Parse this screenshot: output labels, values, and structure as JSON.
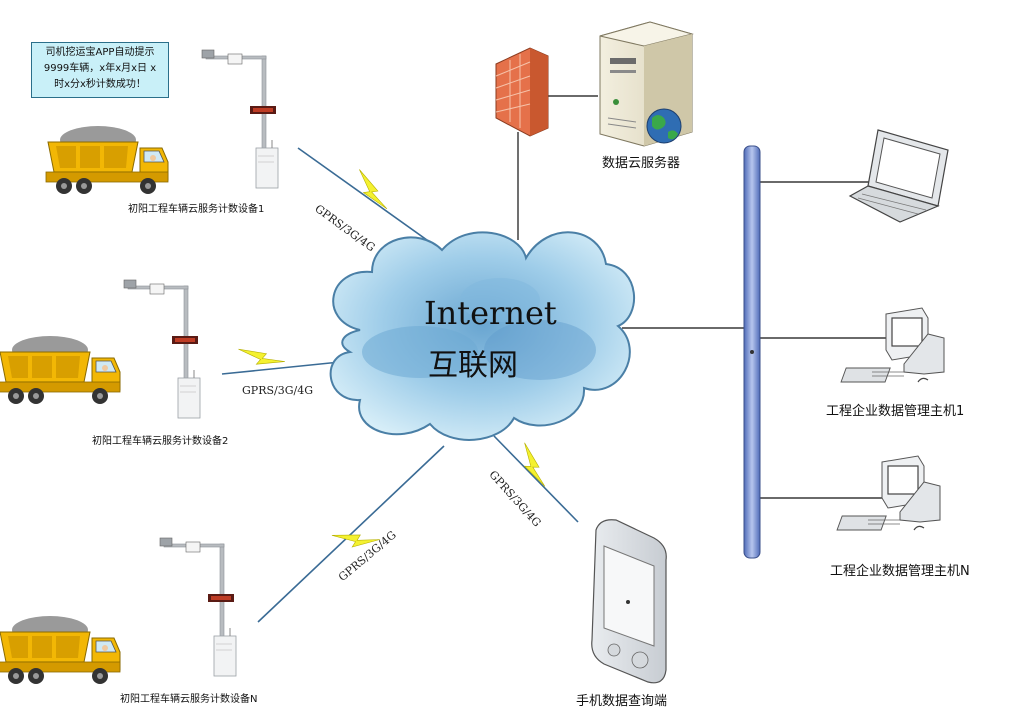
{
  "callout": {
    "line1": "司机挖运宝APP自动提示",
    "line2": "9999车辆，x年x月x日 x",
    "line3": "时x分x秒计数成功！"
  },
  "devices": [
    {
      "label": "初阳工程车辆云服务计数设备1"
    },
    {
      "label": "初阳工程车辆云服务计数设备2"
    },
    {
      "label": "初阳工程车辆云服务计数设备N"
    }
  ],
  "cloud": {
    "title_en": "Internet",
    "title_zh": "互联网"
  },
  "server": {
    "label": "数据云服务器"
  },
  "hosts": [
    {
      "label": "工程企业数据管理主机1"
    },
    {
      "label": "工程企业数据管理主机N"
    }
  ],
  "mobile": {
    "label": "手机数据查询端"
  },
  "links": {
    "link1": "GPRS/3G/4G",
    "link2": "GPRS/3G/4G",
    "link3": "GPRS/3G/4G",
    "link4": "GPRS/3G/4G"
  },
  "colors": {
    "cloud_fill": "#a9d8ee",
    "cloud_stroke": "#4a7fa6",
    "truck_body": "#f2b705",
    "lightning": "#f4f130",
    "bus": "#6f86c9",
    "firewall": "#e5714a"
  }
}
